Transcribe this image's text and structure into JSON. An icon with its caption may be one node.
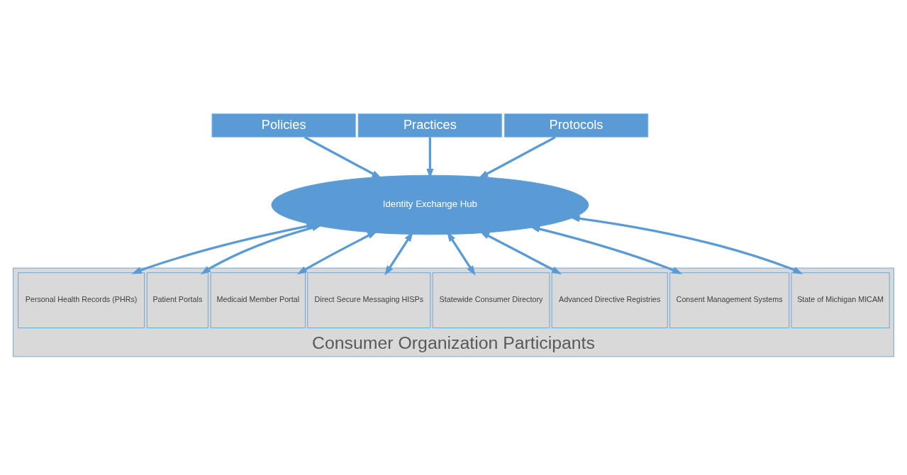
{
  "diagram": {
    "nodes": [
      {
        "text": [
          "Policies"
        ]
      },
      {
        "text": [
          "Practices"
        ]
      },
      {
        "text": [
          "Protocols"
        ]
      },
      {
        "text": [
          "Identity Exchange Hub"
        ]
      },
      {
        "text": [
          "Consumer Organization Participants"
        ]
      },
      {
        "text": [
          "Personal Health Records (PHRs)"
        ],
        "in": 4
      },
      {
        "text": [
          "Patient Portals"
        ],
        "in": 4
      },
      {
        "text": [
          "Medicaid Member Portal"
        ],
        "in": 4
      },
      {
        "text": [
          "Direct Secure Messaging HISPs"
        ],
        "in": 4
      },
      {
        "text": [
          "Statewide Consumer Directory"
        ],
        "in": 4
      },
      {
        "text": [
          "Advanced Directive Registries"
        ],
        "in": 4
      },
      {
        "text": [
          "Consent Management Systems"
        ],
        "in": 4
      },
      {
        "text": [
          "State of Michigan MICAM"
        ],
        "in": 4
      }
    ],
    "edges": [
      {
        "from": 0,
        "to": 3,
        "arrow": "to"
      },
      {
        "from": 1,
        "to": 3,
        "arrow": "to"
      },
      {
        "from": 2,
        "to": 3,
        "arrow": "to"
      },
      {
        "from": 3,
        "to": 5,
        "arrow": "both"
      },
      {
        "from": 3,
        "to": 6,
        "arrow": "both"
      },
      {
        "from": 3,
        "to": 7,
        "arrow": "both"
      },
      {
        "from": 3,
        "to": 8,
        "arrow": "both"
      },
      {
        "from": 3,
        "to": 9,
        "arrow": "both"
      },
      {
        "from": 3,
        "to": 10,
        "arrow": "both"
      },
      {
        "from": 3,
        "to": 11,
        "arrow": "both"
      },
      {
        "from": 3,
        "to": 12,
        "arrow": "both"
      }
    ]
  }
}
